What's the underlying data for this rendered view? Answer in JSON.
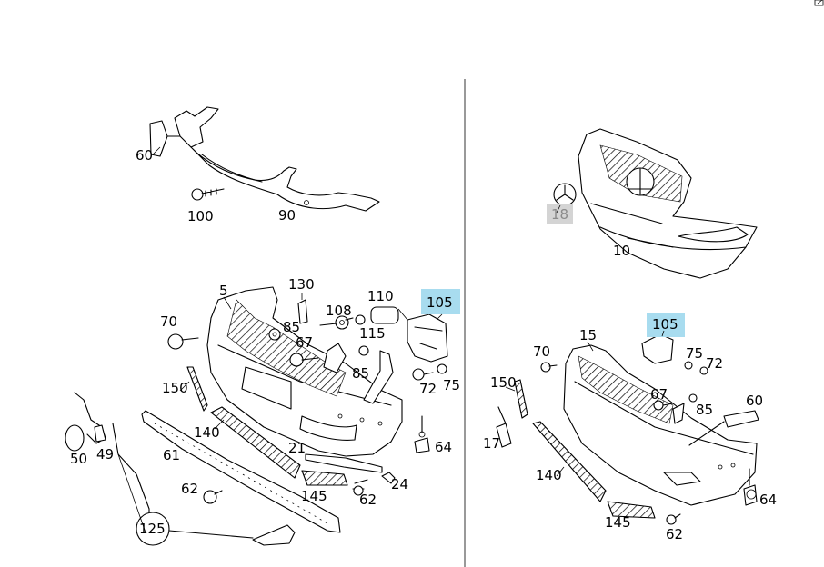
{
  "corner_icon": "external-link-icon",
  "callouts": {
    "c60_top": "60",
    "c100": "100",
    "c90": "90",
    "c18": "18",
    "c10": "10",
    "c5": "5",
    "c130": "130",
    "c110": "110",
    "c105_left": "105",
    "c70_left": "70",
    "c85_a": "85",
    "c108": "108",
    "c67_left": "67",
    "c115": "115",
    "c85_b": "85",
    "c72_left": "72",
    "c75_left": "75",
    "c150_left": "150",
    "c140_left": "140",
    "c61": "61",
    "c21": "21",
    "c64_left": "64",
    "c50": "50",
    "c49": "49",
    "c62_left_a": "62",
    "c145_left": "145",
    "c62_left_b": "62",
    "c24": "24",
    "c125": "125",
    "c105_right": "105",
    "c15": "15",
    "c70_right": "70",
    "c75_right": "75",
    "c72_right": "72",
    "c150_right": "150",
    "c17": "17",
    "c67_right": "67",
    "c85_right": "85",
    "c60_right": "60",
    "c140_right": "140",
    "c64_right": "64",
    "c145_right": "145",
    "c62_right": "62"
  },
  "colors": {
    "highlight": "#a8dcef",
    "inactive_badge": "#d4d4d4",
    "inactive_text": "#8a8a8a",
    "lines": "#000000"
  }
}
